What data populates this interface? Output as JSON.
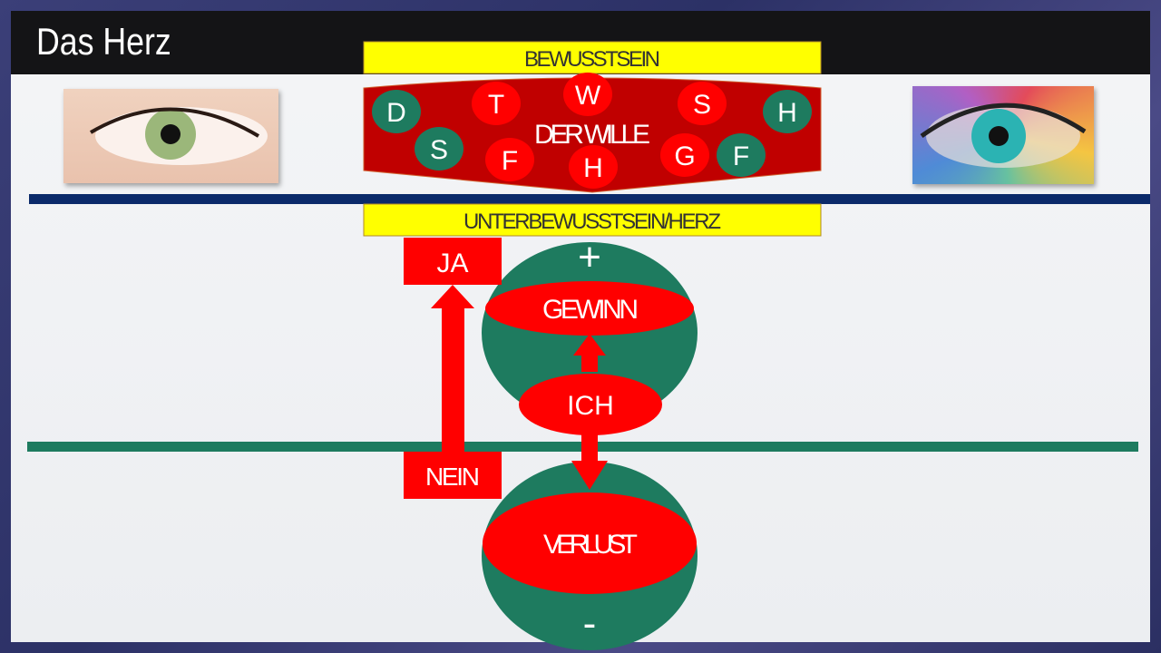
{
  "title": "Das Herz",
  "conscious_label": "BEWUSSTSEIN",
  "will_label": "DER WILLE",
  "subconscious_label": "UNTERBEWUSSTSEIN/HERZ",
  "will_letters": [
    {
      "letter": "D",
      "color": "green"
    },
    {
      "letter": "S",
      "color": "green"
    },
    {
      "letter": "T",
      "color": "red"
    },
    {
      "letter": "F",
      "color": "red"
    },
    {
      "letter": "W",
      "color": "red"
    },
    {
      "letter": "H",
      "color": "red"
    },
    {
      "letter": "S",
      "color": "red"
    },
    {
      "letter": "G",
      "color": "red"
    },
    {
      "letter": "F",
      "color": "green"
    },
    {
      "letter": "H",
      "color": "green"
    }
  ],
  "yes_label": "JA",
  "no_label": "NEIN",
  "gain_label": "GEWINN",
  "self_label": "ICH",
  "loss_label": "VERLUST",
  "plus_sign": "+",
  "minus_sign": "-",
  "colors": {
    "red": "#ff0000",
    "darkred": "#c00000",
    "green": "#1e7b5f",
    "yellow": "#ffff00",
    "navy": "#0b2a6a"
  }
}
